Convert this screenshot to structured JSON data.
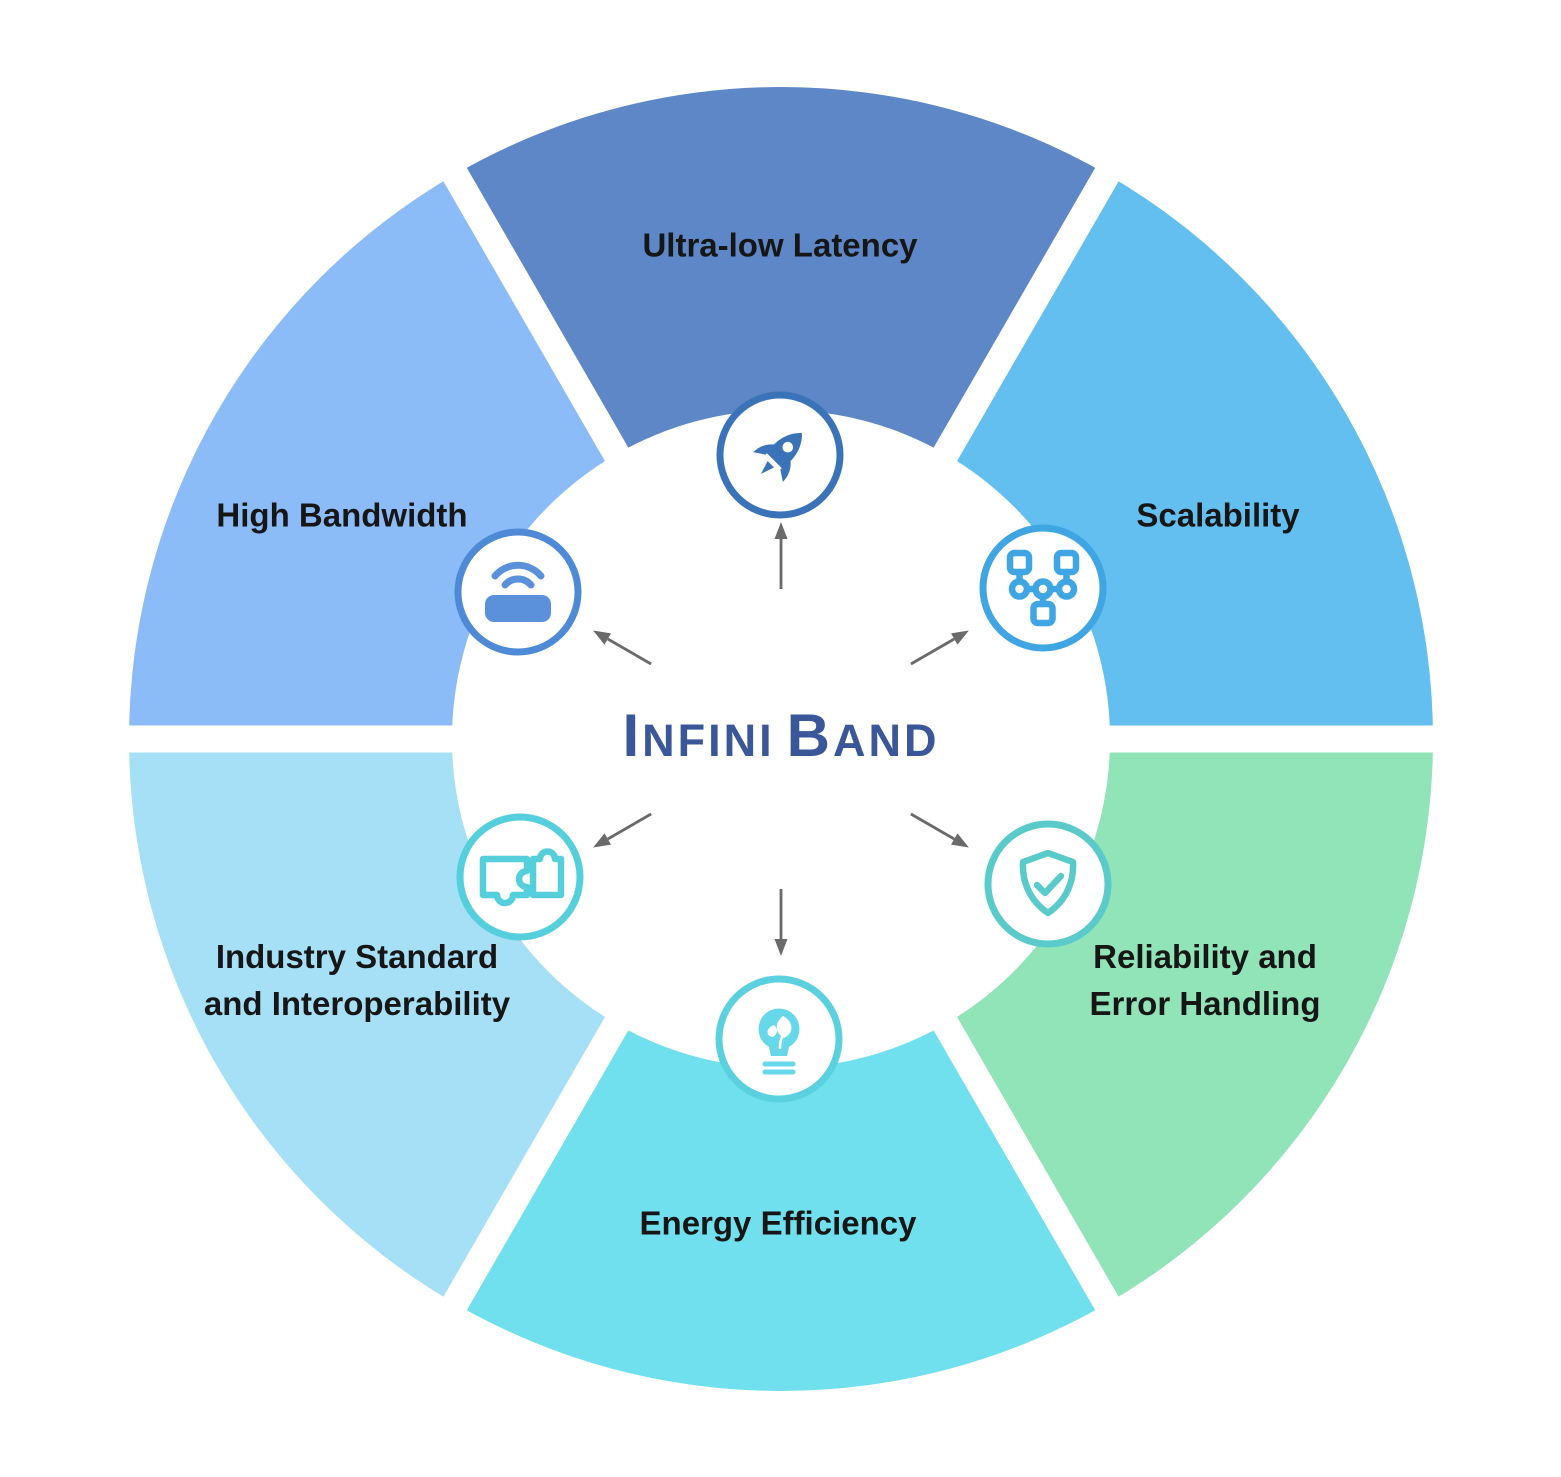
{
  "background": "#ffffff",
  "center": {
    "title_full": "InfiniBand",
    "title_word1_initial": "I",
    "title_word1_rest": "NFINI",
    "title_word2_initial": "B",
    "title_word2_rest": "AND",
    "title_color": "#3a5899"
  },
  "label_text_color": "#161616",
  "arrow_color": "#6a6a6a",
  "gap_color": "#ffffff",
  "segments": [
    {
      "slot": "top",
      "label": "Ultra-low Latency",
      "fill": "#5d87c6",
      "ring_color": "#3b73b9",
      "icon_color": "#3b73b9",
      "icon": "rocket-icon"
    },
    {
      "slot": "top-right",
      "label": "Scalability",
      "fill": "#63bff0",
      "ring_color": "#3fa6e3",
      "icon_color": "#3fa6e3",
      "icon": "network-topology-icon"
    },
    {
      "slot": "bottom-right",
      "label": "Reliability and Error Handling",
      "label_lines": [
        "Reliability and",
        "Error Handling"
      ],
      "fill": "#91e3b8",
      "ring_color": "#5acbca",
      "icon_color": "#5acbca",
      "icon": "shield-check-icon"
    },
    {
      "slot": "bottom",
      "label": "Energy Efficiency",
      "fill": "#70dfee",
      "ring_color": "#5bd1df",
      "icon_color": "#66d8ea",
      "icon": "eco-lightbulb-icon"
    },
    {
      "slot": "bottom-left",
      "label": "Industry Standard and Interoperability",
      "label_lines": [
        "Industry Standard",
        "and Interoperability"
      ],
      "fill": "#a6e0f7",
      "ring_color": "#55cfdb",
      "icon_color": "#55cfdb",
      "icon": "puzzle-pieces-icon"
    },
    {
      "slot": "top-left",
      "label": "High Bandwidth",
      "fill": "#8cbcf7",
      "ring_color": "#4f8ad7",
      "icon_color": "#5b91da",
      "icon": "wireless-router-icon"
    }
  ]
}
